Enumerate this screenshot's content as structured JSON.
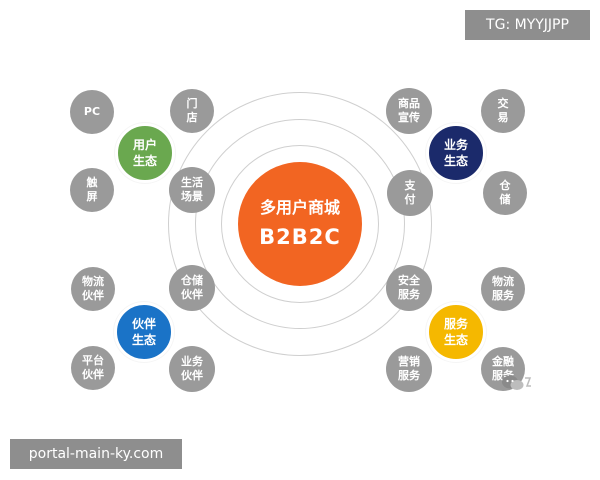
{
  "center": {
    "line1": "多用户商城",
    "line2": "B2B2C",
    "color": "#f26522"
  },
  "watermarks": {
    "top": "TG: MYYJJPP",
    "bottom": "portal-main-ky.com"
  },
  "groups": {
    "user": {
      "hub": "用户\n生态",
      "color": "#6aa84f",
      "items": [
        "PC",
        "门\n店",
        "触\n屏",
        "生活\n场景"
      ]
    },
    "business": {
      "hub": "业务\n生态",
      "color": "#1b2a6b",
      "items": [
        "商品\n宣传",
        "交\n易",
        "支\n付",
        "仓\n储"
      ]
    },
    "partner": {
      "hub": "伙伴\n生态",
      "color": "#1a73c7",
      "items": [
        "物流\n伙伴",
        "仓储\n伙伴",
        "平台\n伙伴",
        "业务\n伙伴"
      ]
    },
    "service": {
      "hub": "服务\n生态",
      "color": "#f5b800",
      "items": [
        "安全\n服务",
        "物流\n服务",
        "营销\n服务",
        "金融\n服务"
      ]
    }
  },
  "icons": {
    "wechat": "wechat-logo-icon"
  },
  "colors": {
    "node_gray": "#9a9a9a",
    "ring": "#cfcfcf"
  }
}
